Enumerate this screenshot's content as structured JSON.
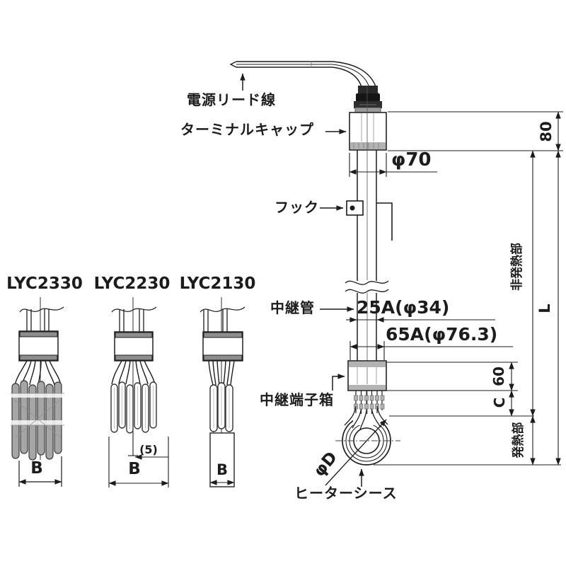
{
  "models": [
    {
      "name": "LYC2330",
      "b": "B"
    },
    {
      "name": "LYC2230",
      "b": "B",
      "offset": "(5)"
    },
    {
      "name": "LYC2130",
      "b": "B"
    }
  ],
  "callouts": {
    "power_lead_wire": "電源リード線",
    "terminal_cap": "ターミナルキャップ",
    "hook": "フック",
    "relay_pipe": "中継管",
    "relay_terminal_box": "中継端子箱",
    "heater_sheath": "ヒーターシース"
  },
  "dimensions": {
    "cap_height": "80",
    "cap_diameter": "φ70",
    "relay_pipe_size": "25A(φ34)",
    "lower_pipe_size": "65A(φ76.3)",
    "terminal_box_height": "60",
    "c": "C",
    "overall_length": "L",
    "loop_diameter": "φD",
    "non_heating_section": "非発熱部",
    "heating_section": "発熱部"
  },
  "colors": {
    "line": "#1c1c1c",
    "gray_fill": "#b3b3b3",
    "element_fill": "#a6a6a6"
  }
}
